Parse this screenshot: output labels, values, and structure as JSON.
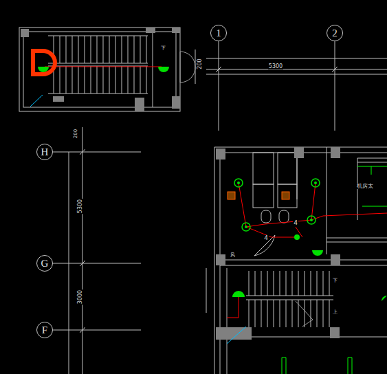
{
  "diagram": {
    "nodes": [
      {
        "text": [
          "1"
        ]
      },
      {
        "text": [
          "2"
        ]
      },
      {
        "text": [
          "H"
        ]
      },
      {
        "text": [
          "G"
        ]
      },
      {
        "text": [
          "F"
        ]
      }
    ],
    "labels": [
      "200",
      "5300",
      "200",
      "5300",
      "3000",
      "下",
      "上",
      "下",
      "4",
      "4",
      "风",
      "机房太"
    ]
  }
}
